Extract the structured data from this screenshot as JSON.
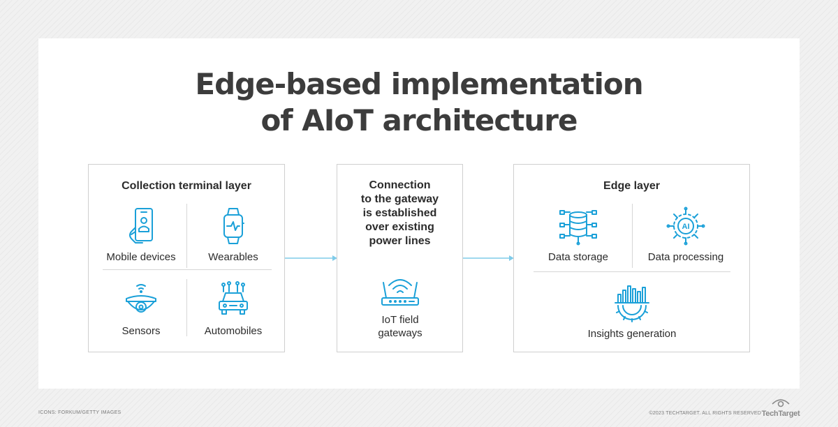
{
  "title": {
    "line1": "Edge-based implementation",
    "line2": "of AIoT architecture"
  },
  "collection": {
    "title": "Collection terminal layer",
    "items": [
      {
        "label": "Mobile devices",
        "icon": "smartphone-hand-icon"
      },
      {
        "label": "Wearables",
        "icon": "smartwatch-icon"
      },
      {
        "label": "Sensors",
        "icon": "camera-sensor-icon"
      },
      {
        "label": "Automobiles",
        "icon": "connected-car-icon"
      }
    ]
  },
  "connection": {
    "lines": [
      "Connection",
      "to the gateway",
      "is established",
      "over existing",
      "power lines"
    ],
    "gateway_line1": "IoT field",
    "gateway_line2": "gateways",
    "icon": "wifi-router-icon"
  },
  "edge": {
    "title": "Edge layer",
    "items": [
      {
        "label": "Data storage",
        "icon": "database-icon"
      },
      {
        "label": "Data processing",
        "icon": "ai-chip-icon"
      },
      {
        "label": "Insights generation",
        "icon": "gear-chart-icon"
      }
    ]
  },
  "footer": {
    "credit": "ICONS: FORKUM/GETTY IMAGES",
    "copyright": "©2023 TECHTARGET. ALL RIGHTS RESERVED",
    "brand": "TechTarget"
  },
  "colors": {
    "icon": "#1aa0d8",
    "title": "#3c3c3c",
    "arrow": "#7fcbe9"
  }
}
